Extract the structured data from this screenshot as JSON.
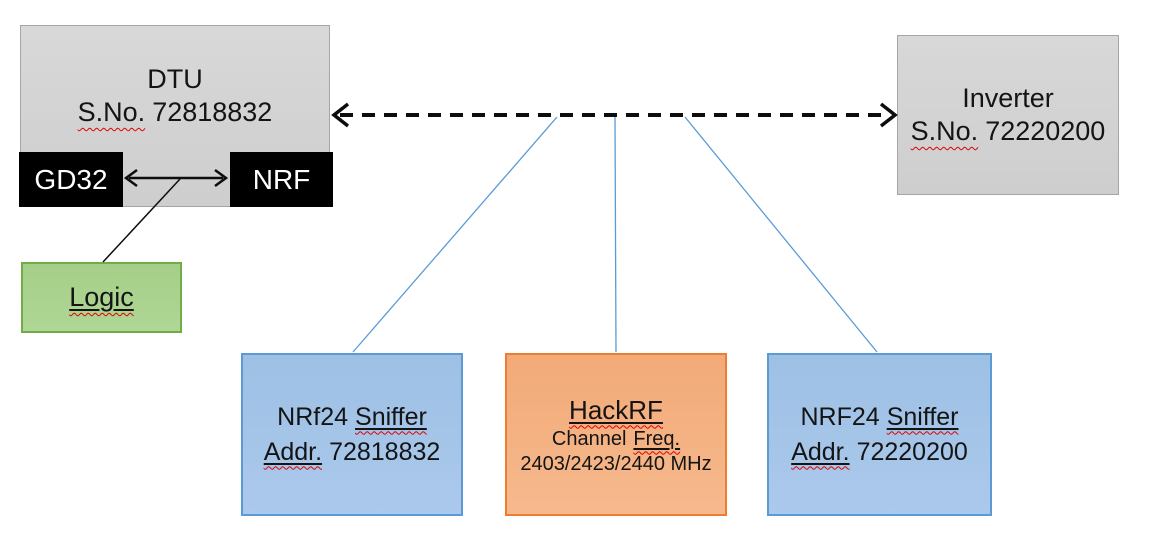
{
  "dtu": {
    "name": "DTU",
    "serial_label": "S.No.",
    "serial": "72818832",
    "chips": {
      "gd32": "GD32",
      "nrf": "NRF"
    }
  },
  "inverter": {
    "name": "Inverter",
    "serial_label": "S.No.",
    "serial": "72220200"
  },
  "logic": {
    "label": "Logic"
  },
  "sniffer_left": {
    "title_prefix": "NRf24",
    "title_word": "Sniffer",
    "addr_label": "Addr.",
    "addr": "72818832"
  },
  "hackrf": {
    "title": "HackRF",
    "subtitle_prefix": "Channel",
    "subtitle_word": "Freq.",
    "frequencies": "2403/2423/2440 MHz"
  },
  "sniffer_right": {
    "title_prefix": "NRF24",
    "title_word": "Sniffer",
    "addr_label": "Addr.",
    "addr": "72220200"
  },
  "colors": {
    "node_gray_fill": "#d3d3d3",
    "node_gray_border": "#a6a6a6",
    "chip_black": "#000000",
    "logic_green_fill": "#a9d18e",
    "logic_green_border": "#70ad47",
    "sniffer_blue_fill": "#a4c5e8",
    "sniffer_blue_border": "#5b9bd5",
    "hackrf_orange_fill": "#f4b183",
    "hackrf_orange_border": "#ed7d31",
    "connector_blue": "#5b9bd5",
    "arrow_black": "#0d0d0d",
    "spellcheck_red": "#e00000"
  }
}
